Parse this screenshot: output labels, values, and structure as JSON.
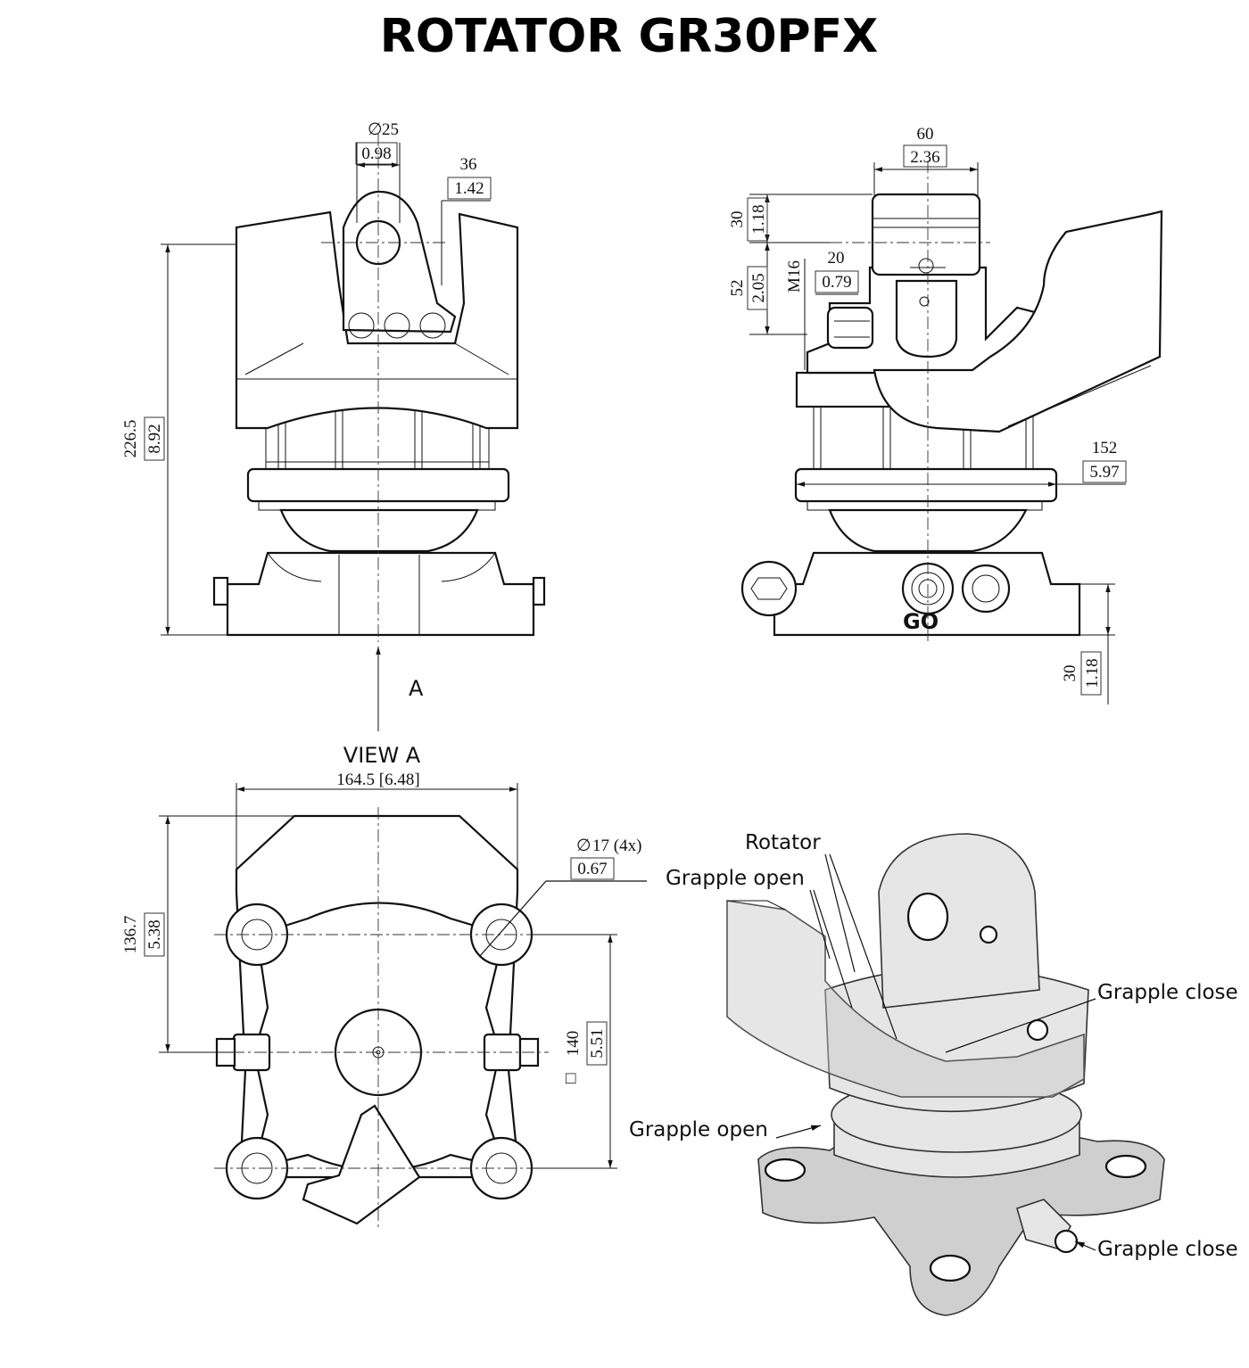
{
  "title": "ROTATOR  GR30PFX",
  "front_view": {
    "pin_diameter": "25",
    "pin_diameter_in": "0.98",
    "ear_width": "36",
    "ear_width_in": "1.42",
    "height": "226.5",
    "height_in": "8.92",
    "view_arrow_label": "A"
  },
  "side_view": {
    "top_width": "60",
    "top_width_in": "2.36",
    "pin_offset": "30",
    "pin_offset_in": "1.18",
    "port_offset": "52",
    "port_offset_in": "2.05",
    "port_thread": "M16",
    "port_width": "20",
    "port_width_in": "0.79",
    "body_width": "152",
    "body_width_in": "5.97",
    "base_height": "30",
    "base_height_in": "1.18",
    "port_marking": "GO"
  },
  "view_a": {
    "heading": "VIEW A",
    "overall_width": "164.5 [6.48]",
    "hole_diameter": "17 (4x)",
    "hole_diameter_in": "0.67",
    "depth": "136.7",
    "depth_in": "5.38",
    "hole_square": "140",
    "hole_square_in": "5.51"
  },
  "iso_view": {
    "callouts": {
      "rotator": "Rotator",
      "grapple_open_top": "Grapple open",
      "grapple_close_top": "Grapple close",
      "grapple_open_bottom": "Grapple open",
      "grapple_close_bottom": "Grapple close"
    }
  },
  "symbols": {
    "diameter": "∅",
    "square": "□"
  }
}
